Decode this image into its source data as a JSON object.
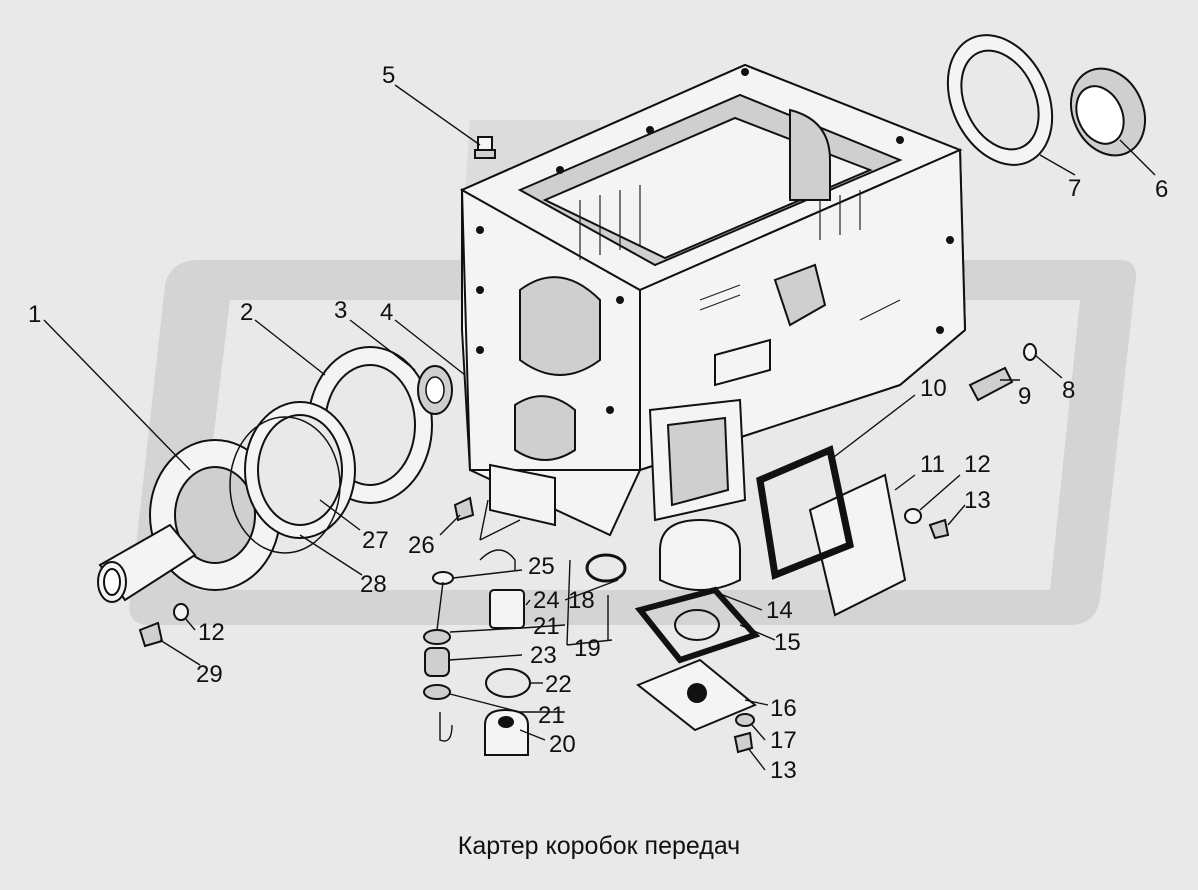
{
  "caption": "Картер коробок передач",
  "colors": {
    "background": "#e9e9e9",
    "watermark": "#d2d2d2",
    "ink": "#111111"
  },
  "callouts": [
    {
      "id": "c1",
      "text": "1"
    },
    {
      "id": "c2",
      "text": "2"
    },
    {
      "id": "c3",
      "text": "3"
    },
    {
      "id": "c4",
      "text": "4"
    },
    {
      "id": "c5",
      "text": "5"
    },
    {
      "id": "c6",
      "text": "6"
    },
    {
      "id": "c7",
      "text": "7"
    },
    {
      "id": "c8",
      "text": "8"
    },
    {
      "id": "c9",
      "text": "9"
    },
    {
      "id": "c10",
      "text": "10"
    },
    {
      "id": "c11",
      "text": "11"
    },
    {
      "id": "c12a",
      "text": "12"
    },
    {
      "id": "c13a",
      "text": "13"
    },
    {
      "id": "c14",
      "text": "14"
    },
    {
      "id": "c15",
      "text": "15"
    },
    {
      "id": "c16",
      "text": "16"
    },
    {
      "id": "c17",
      "text": "17"
    },
    {
      "id": "c13b",
      "text": "13"
    },
    {
      "id": "c18",
      "text": "18"
    },
    {
      "id": "c19",
      "text": "19"
    },
    {
      "id": "c20",
      "text": "20"
    },
    {
      "id": "c21a",
      "text": "21"
    },
    {
      "id": "c21b",
      "text": "21"
    },
    {
      "id": "c22",
      "text": "22"
    },
    {
      "id": "c23",
      "text": "23"
    },
    {
      "id": "c24",
      "text": "24"
    },
    {
      "id": "c25",
      "text": "25"
    },
    {
      "id": "c26",
      "text": "26"
    },
    {
      "id": "c27",
      "text": "27"
    },
    {
      "id": "c28",
      "text": "28"
    },
    {
      "id": "c12b",
      "text": "12"
    },
    {
      "id": "c29",
      "text": "29"
    }
  ]
}
